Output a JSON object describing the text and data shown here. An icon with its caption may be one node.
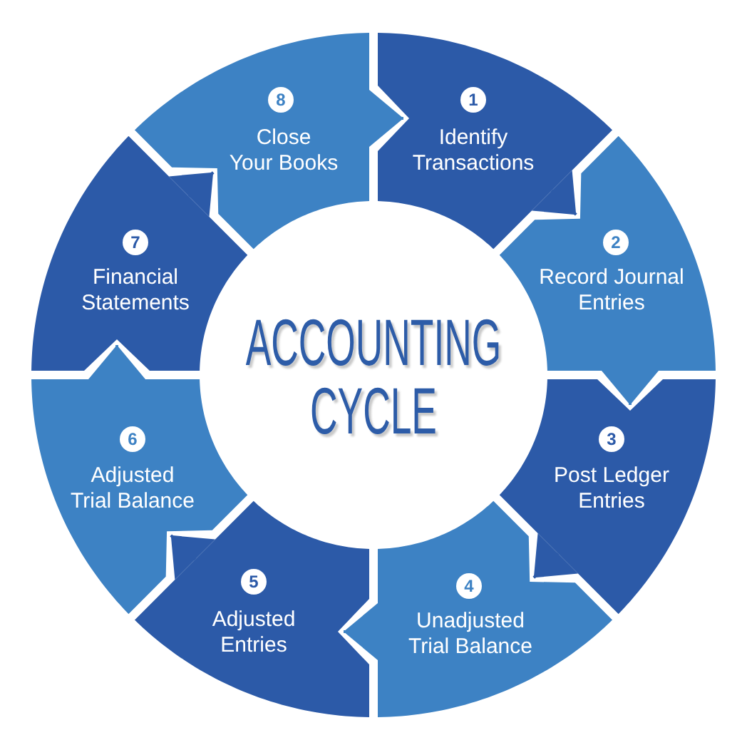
{
  "diagram": {
    "title": "ACCOUNTING CYCLE",
    "nodes": [
      {
        "text": [
          "1",
          "Identify Transactions"
        ]
      },
      {
        "text": [
          "2",
          "Record Journal Entries"
        ]
      },
      {
        "text": [
          "3",
          "Post Ledger Entries"
        ]
      },
      {
        "text": [
          "4",
          "Unadjusted Trial Balance"
        ]
      },
      {
        "text": [
          "5",
          "Adjusted Entries"
        ]
      },
      {
        "text": [
          "6",
          "Adjusted Trial Balance"
        ]
      },
      {
        "text": [
          "7",
          "Financial Statements"
        ]
      },
      {
        "text": [
          "8",
          "Close Your Books"
        ]
      }
    ],
    "edges": [
      {
        "from": 0,
        "to": 1,
        "arrow": "to"
      },
      {
        "from": 1,
        "to": 2,
        "arrow": "to"
      },
      {
        "from": 2,
        "to": 3,
        "arrow": "to"
      },
      {
        "from": 3,
        "to": 4,
        "arrow": "to"
      },
      {
        "from": 4,
        "to": 5,
        "arrow": "to"
      },
      {
        "from": 5,
        "to": 6,
        "arrow": "to"
      },
      {
        "from": 6,
        "to": 7,
        "arrow": "to"
      },
      {
        "from": 7,
        "to": 0,
        "arrow": "to"
      }
    ]
  }
}
